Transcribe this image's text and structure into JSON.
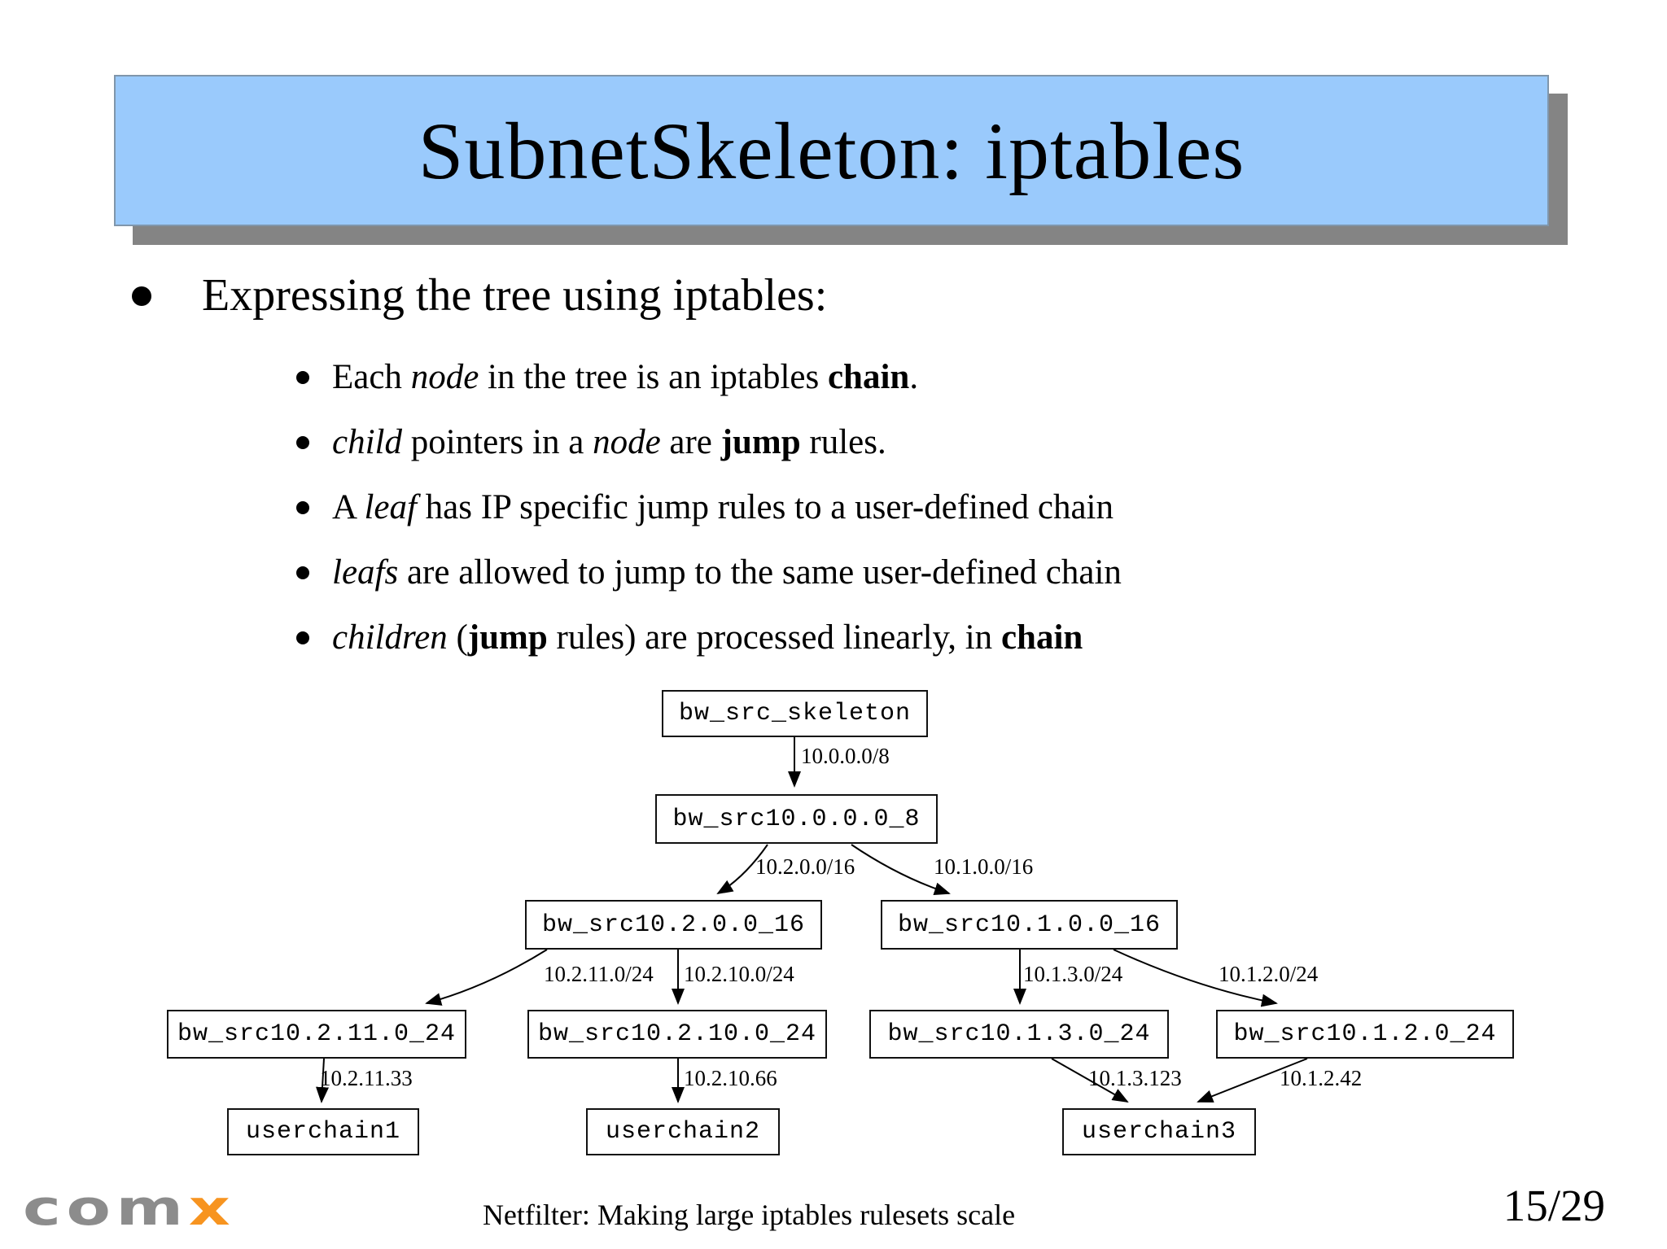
{
  "slide": {
    "title": "SubnetSkeleton: iptables"
  },
  "bullets": {
    "main": "Expressing the tree using iptables:",
    "sub": [
      {
        "segments": [
          {
            "t": "Each "
          },
          {
            "t": "node",
            "i": true
          },
          {
            "t": " in the tree is an iptables "
          },
          {
            "t": "chain",
            "b": true
          },
          {
            "t": "."
          }
        ]
      },
      {
        "segments": [
          {
            "t": "child",
            "i": true
          },
          {
            "t": " pointers in a "
          },
          {
            "t": "node",
            "i": true
          },
          {
            "t": " are "
          },
          {
            "t": "jump",
            "b": true
          },
          {
            "t": " rules."
          }
        ]
      },
      {
        "segments": [
          {
            "t": "A "
          },
          {
            "t": "leaf",
            "i": true
          },
          {
            "t": " has IP specific jump rules to a user-defined chain"
          }
        ]
      },
      {
        "segments": [
          {
            "t": "leafs",
            "i": true
          },
          {
            "t": " are allowed to jump to the same user-defined chain"
          }
        ]
      },
      {
        "segments": [
          {
            "t": "children",
            "i": true
          },
          {
            "t": " ("
          },
          {
            "t": "jump",
            "b": true
          },
          {
            "t": " rules) are processed linearly, in "
          },
          {
            "t": "chain",
            "b": true
          }
        ]
      }
    ]
  },
  "diagram": {
    "type": "tree",
    "nodes": [
      {
        "id": "root",
        "label": "bw_src_skeleton"
      },
      {
        "id": "net8",
        "label": "bw_src10.0.0.0_8"
      },
      {
        "id": "net2_16",
        "label": "bw_src10.2.0.0_16"
      },
      {
        "id": "net1_16",
        "label": "bw_src10.1.0.0_16"
      },
      {
        "id": "net211_24",
        "label": "bw_src10.2.11.0_24"
      },
      {
        "id": "net210_24",
        "label": "bw_src10.2.10.0_24"
      },
      {
        "id": "net13_24",
        "label": "bw_src10.1.3.0_24"
      },
      {
        "id": "net12_24",
        "label": "bw_src10.1.2.0_24"
      },
      {
        "id": "userchain1",
        "label": "userchain1"
      },
      {
        "id": "userchain2",
        "label": "userchain2"
      },
      {
        "id": "userchain3",
        "label": "userchain3"
      }
    ],
    "edges": [
      {
        "from": "bw_src_skeleton",
        "to": "bw_src10.0.0.0_8",
        "label": "10.0.0.0/8"
      },
      {
        "from": "bw_src10.0.0.0_8",
        "to": "bw_src10.2.0.0_16",
        "label": "10.2.0.0/16"
      },
      {
        "from": "bw_src10.0.0.0_8",
        "to": "bw_src10.1.0.0_16",
        "label": "10.1.0.0/16"
      },
      {
        "from": "bw_src10.2.0.0_16",
        "to": "bw_src10.2.11.0_24",
        "label": "10.2.11.0/24"
      },
      {
        "from": "bw_src10.2.0.0_16",
        "to": "bw_src10.2.10.0_24",
        "label": "10.2.10.0/24"
      },
      {
        "from": "bw_src10.1.0.0_16",
        "to": "bw_src10.1.3.0_24",
        "label": "10.1.3.0/24"
      },
      {
        "from": "bw_src10.1.0.0_16",
        "to": "bw_src10.1.2.0_24",
        "label": "10.1.2.0/24"
      },
      {
        "from": "bw_src10.2.11.0_24",
        "to": "userchain1",
        "label": "10.2.11.33"
      },
      {
        "from": "bw_src10.2.10.0_24",
        "to": "userchain2",
        "label": "10.2.10.66"
      },
      {
        "from": "bw_src10.1.3.0_24",
        "to": "userchain3",
        "label": "10.1.3.123"
      },
      {
        "from": "bw_src10.1.2.0_24",
        "to": "userchain3",
        "label": "10.1.2.42"
      }
    ]
  },
  "footer": {
    "logo_gray": "com",
    "logo_orange": "x",
    "caption": "Netfilter: Making large iptables rulesets scale",
    "page_number": "15/29"
  },
  "colors": {
    "title_bg": "#9acafc",
    "title_border": "#8096ab",
    "title_shadow": "#848484",
    "logo_gray": "#8c8c8c",
    "logo_orange": "#f79420"
  }
}
